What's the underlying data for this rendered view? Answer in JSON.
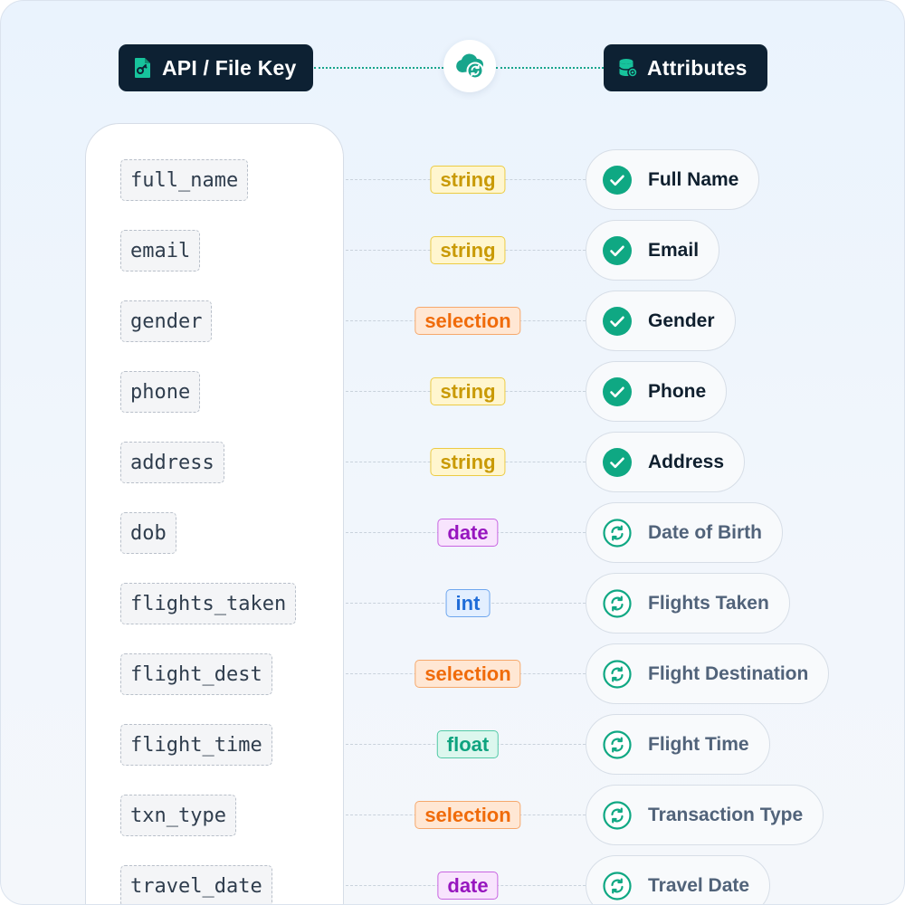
{
  "header": {
    "left_label": "API / File Key",
    "right_label": "Attributes",
    "left_icon": "file-key-icon",
    "center_icon": "cloud-sync-icon",
    "right_icon": "database-sync-icon"
  },
  "colors": {
    "accent": "#17a58c",
    "header_bg": "#0d2133",
    "string": {
      "text": "#c99a06",
      "bg": "#fff6cf",
      "border": "#eccb43"
    },
    "selection": {
      "text": "#f06b0a",
      "bg": "#ffe7d4",
      "border": "#f6a86c"
    },
    "date": {
      "text": "#9716bf",
      "bg": "#f8e4fd",
      "border": "#c864e1"
    },
    "int": {
      "text": "#1f6cd8",
      "bg": "#e3efff",
      "border": "#6ea6ee"
    },
    "float": {
      "text": "#0ea37f",
      "bg": "#dcf7ee",
      "border": "#52c9a6"
    }
  },
  "mappings": [
    {
      "key": "full_name",
      "type": "string",
      "attribute": "Full Name",
      "status": "mapped"
    },
    {
      "key": "email",
      "type": "string",
      "attribute": "Email",
      "status": "mapped"
    },
    {
      "key": "gender",
      "type": "selection",
      "attribute": "Gender",
      "status": "mapped"
    },
    {
      "key": "phone",
      "type": "string",
      "attribute": "Phone",
      "status": "mapped"
    },
    {
      "key": "address",
      "type": "string",
      "attribute": "Address",
      "status": "mapped"
    },
    {
      "key": "dob",
      "type": "date",
      "attribute": "Date of Birth",
      "status": "syncing"
    },
    {
      "key": "flights_taken",
      "type": "int",
      "attribute": "Flights Taken",
      "status": "syncing"
    },
    {
      "key": "flight_dest",
      "type": "selection",
      "attribute": "Flight Destination",
      "status": "syncing"
    },
    {
      "key": "flight_time",
      "type": "float",
      "attribute": "Flight Time",
      "status": "syncing"
    },
    {
      "key": "txn_type",
      "type": "selection",
      "attribute": "Transaction Type",
      "status": "syncing"
    },
    {
      "key": "travel_date",
      "type": "date",
      "attribute": "Travel Date",
      "status": "syncing"
    }
  ]
}
